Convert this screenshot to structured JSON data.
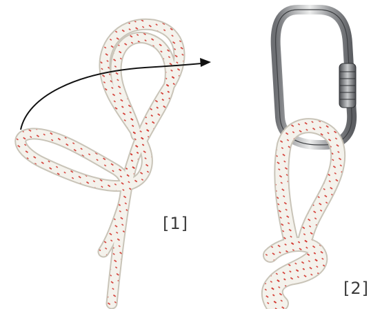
{
  "figure": {
    "steps": [
      {
        "label": "[1]"
      },
      {
        "label": "[2]"
      }
    ],
    "colors": {
      "rope": "#f4f2ec",
      "rope_shadow": "#c9c4b8",
      "rope_fleck": "#d2332b",
      "carabiner": "#8d8f92",
      "carabiner_highlight": "#e6e7e9",
      "arrow": "#111111",
      "label": "#3a3a3a"
    },
    "icons": [
      "rope-loop-illustration",
      "carabiner-illustration",
      "arrow-icon"
    ]
  }
}
